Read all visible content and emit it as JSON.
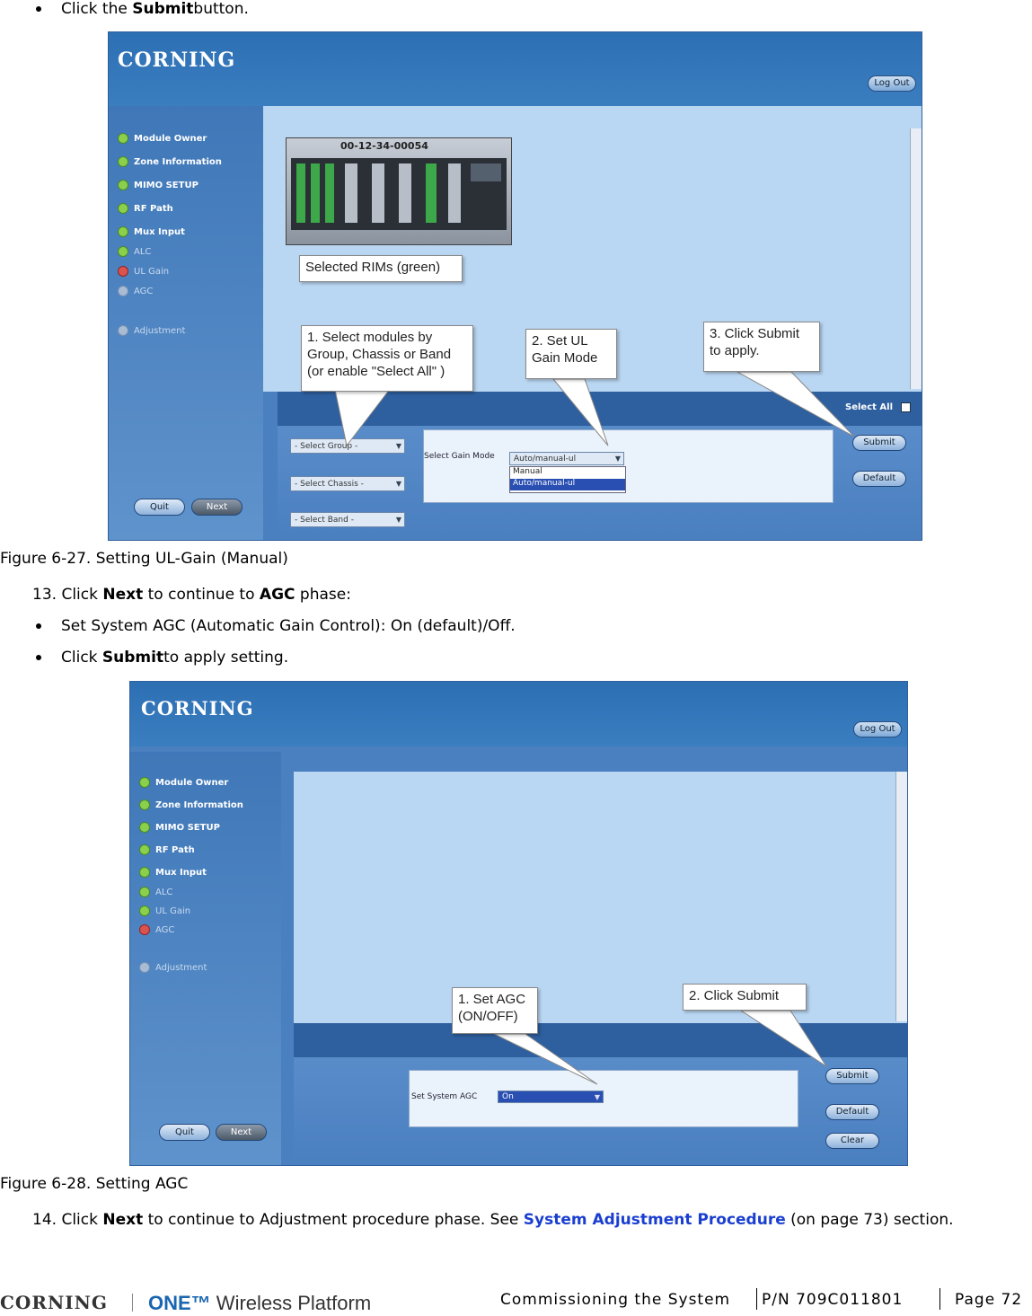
{
  "step_intro": {
    "prefix": "Click the ",
    "bold": "Submit",
    "suffix": " button."
  },
  "figure1": {
    "caption": "Figure 6-27. Setting UL-Gain (Manual)",
    "brand": "CORNING",
    "logout": "Log Out",
    "sidebar": [
      "Module Owner",
      "Zone Information",
      "MIMO SETUP",
      "RF Path",
      "Mux Input",
      "ALC",
      "UL Gain",
      "AGC",
      "Adjustment"
    ],
    "chassis_label": "00-12-34-00054",
    "selects": [
      "- Select Group -",
      "- Select Chassis -",
      "- Select Band -"
    ],
    "gain_mode_label": "Select Gain Mode",
    "gain_mode_value": "Auto/manual-ul",
    "gain_mode_options": [
      "Manual",
      "Auto/manual-ul"
    ],
    "select_all": "Select All",
    "buttons": {
      "submit": "Submit",
      "default": "Default",
      "quit": "Quit",
      "next": "Next"
    },
    "callouts": {
      "rims": "Selected RIMs (green)",
      "c1": "1. Select modules by Group, Chassis or Band (or enable \"Select All\" )",
      "c2": "2. Set UL Gain Mode",
      "c3": "3. Click Submit to apply."
    }
  },
  "step13": {
    "num": "13.",
    "prefix": " Click ",
    "bold1": "Next",
    "mid": " to continue to ",
    "bold2": "AGC",
    "suffix": " phase:"
  },
  "bullet_agc": "Set System AGC (Automatic Gain Control): On (default)/Off.",
  "bullet_submit": {
    "prefix": "Click ",
    "bold": "Submit",
    "suffix": " to apply setting."
  },
  "figure2": {
    "caption": "Figure 6-28. Setting AGC",
    "brand": "CORNING",
    "logout": "Log Out",
    "sidebar": [
      "Module Owner",
      "Zone Information",
      "MIMO SETUP",
      "RF Path",
      "Mux Input",
      "ALC",
      "UL Gain",
      "AGC",
      "Adjustment"
    ],
    "agc_label": "Set System AGC",
    "agc_value": "On",
    "buttons": {
      "submit": "Submit",
      "default": "Default",
      "clear": "Clear",
      "quit": "Quit",
      "next": "Next"
    },
    "callouts": {
      "c1": "1. Set AGC (ON/OFF)",
      "c2": "2. Click Submit"
    }
  },
  "step14": {
    "num": "14.",
    "prefix": " Click ",
    "bold": "Next",
    "mid": " to continue to Adjustment procedure phase. See ",
    "link": "System Adjustment Procedure",
    "suffix": " (on page 73) section."
  },
  "footer": {
    "logo": "CORNING",
    "product_one": "ONE™",
    "product_rest": " Wireless Platform",
    "section": "Commissioning the System",
    "pn": "P/N 709C011801",
    "page": "Page 72"
  }
}
